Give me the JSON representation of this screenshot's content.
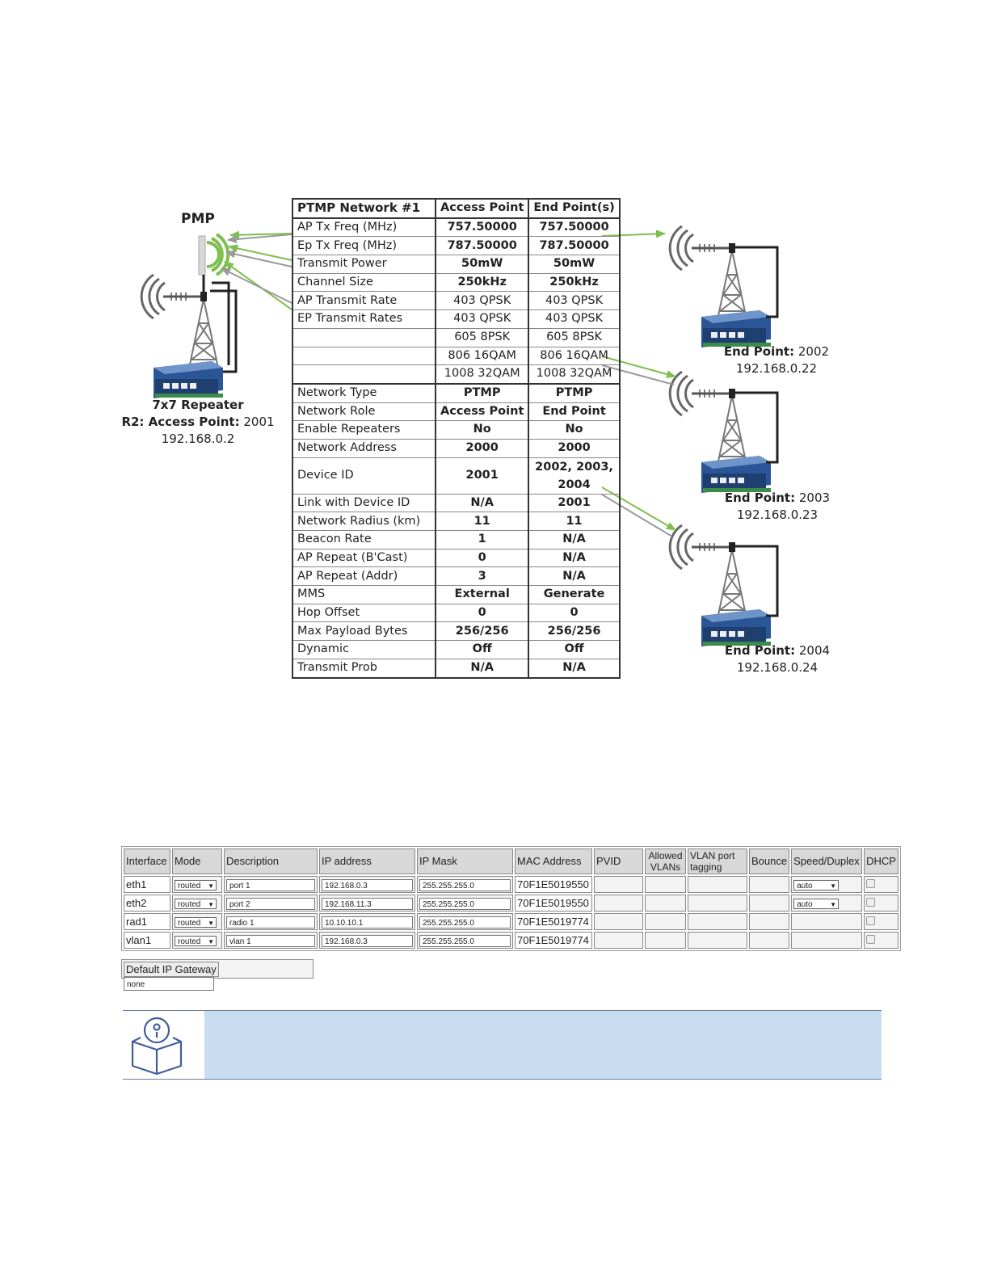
{
  "diagram": {
    "pmp_label": "PMP",
    "repeater": {
      "name": "7x7 Repeater",
      "role_prefix": "R2: Access Point",
      "id": "2001",
      "ip": "192.168.0.2"
    },
    "endpoints": [
      {
        "prefix": "End Point",
        "id": "2002",
        "ip": "192.168.0.22"
      },
      {
        "prefix": "End Point",
        "id": "2003",
        "ip": "192.168.0.23"
      },
      {
        "prefix": "End Point",
        "id": "2004",
        "ip": "192.168.0.24"
      }
    ],
    "colors": {
      "green_arrow": "#7fbf4d",
      "gray_arrow": "#9a9a9a",
      "device_blue": "#2a5597"
    }
  },
  "ptmp_table": {
    "header": [
      "PTMP Network #1",
      "Access Point",
      "End Point(s)"
    ],
    "rows": [
      [
        "AP Tx Freq (MHz)",
        "757.50000",
        "757.50000"
      ],
      [
        "Ep Tx Freq (MHz)",
        "787.50000",
        "787.50000"
      ],
      [
        "Transmit Power",
        "50mW",
        "50mW"
      ],
      [
        "Channel Size",
        "250kHz",
        "250kHz"
      ],
      [
        "AP Transmit Rate",
        "403 QPSK",
        "403 QPSK"
      ],
      [
        "EP Transmit Rates",
        "403 QPSK",
        "403 QPSK"
      ],
      [
        "",
        "605 8PSK",
        "605 8PSK"
      ],
      [
        "",
        "806 16QAM",
        "806 16QAM"
      ],
      [
        "",
        "1008 32QAM",
        "1008 32QAM"
      ],
      [
        "Network Type",
        "PTMP",
        "PTMP"
      ],
      [
        "Network Role",
        "Access Point",
        "End Point"
      ],
      [
        "Enable Repeaters",
        "No",
        "No"
      ],
      [
        "Network Address",
        "2000",
        "2000"
      ],
      [
        "Device ID",
        "2001",
        "2002, 2003, 2004"
      ],
      [
        "Link with Device ID",
        "N/A",
        "2001"
      ],
      [
        "Network Radius (km)",
        "11",
        "11"
      ],
      [
        "Beacon Rate",
        "1",
        "N/A"
      ],
      [
        "AP Repeat (B'Cast)",
        "0",
        "N/A"
      ],
      [
        "AP Repeat (Addr)",
        "3",
        "N/A"
      ],
      [
        "MMS",
        "External",
        "Generate"
      ],
      [
        "Hop Offset",
        "0",
        "0"
      ],
      [
        "Max Payload Bytes",
        "256/256",
        "256/256"
      ],
      [
        "Dynamic",
        "Off",
        "Off"
      ],
      [
        "Transmit Prob",
        "N/A",
        "N/A"
      ]
    ]
  },
  "interfaces": {
    "headers": [
      "Interface",
      "Mode",
      "Description",
      "IP address",
      "IP Mask",
      "MAC Address",
      "PVID",
      "Allowed VLANs",
      "VLAN port tagging",
      "Bounce",
      "Speed/Duplex",
      "DHCP"
    ],
    "rows": [
      {
        "name": "eth1",
        "mode": "routed",
        "desc": "port 1",
        "ip": "192.168.0.3",
        "mask": "255.255.255.0",
        "mac": "70F1E5019550",
        "speed": "auto"
      },
      {
        "name": "eth2",
        "mode": "routed",
        "desc": "port 2",
        "ip": "192.168.11.3",
        "mask": "255.255.255.0",
        "mac": "70F1E5019550",
        "speed": "auto"
      },
      {
        "name": "rad1",
        "mode": "routed",
        "desc": "radio 1",
        "ip": "10.10.10.1",
        "mask": "255.255.255.0",
        "mac": "70F1E5019774",
        "speed": ""
      },
      {
        "name": "vlan1",
        "mode": "routed",
        "desc": "vlan 1",
        "ip": "192.168.0.3",
        "mask": "255.255.255.0",
        "mac": "70F1E5019774",
        "speed": ""
      }
    ],
    "gateway_label": "Default IP Gateway",
    "gateway_value": "none"
  },
  "note": {
    "icon": "book-info-icon",
    "colors": {
      "bg": "#c9ddf0",
      "icon": "#3f5e9a"
    }
  }
}
